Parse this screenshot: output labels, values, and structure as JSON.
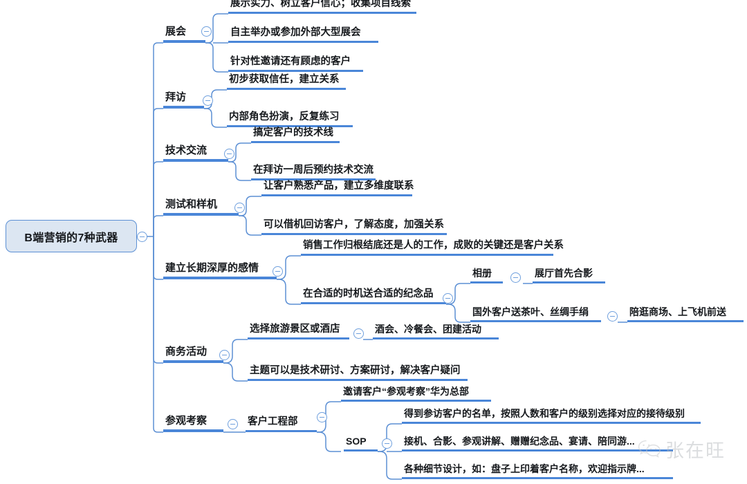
{
  "mindmap": {
    "root": {
      "label": "B端营销的7种武器"
    },
    "toggle_icon": "collapse-minus-icon",
    "colors": {
      "branch_line": "#4a86d8",
      "connector": "#5b8fd4",
      "root_fill": "#dce6f2",
      "root_border": "#5b8fd4",
      "text": "#16191d",
      "toggle_border": "#6e9fdd",
      "background": "#ffffff"
    },
    "branches": [
      {
        "label": "展会",
        "children": [
          {
            "label": "展示实力、树立客户信心；收集项目线索",
            "children": []
          },
          {
            "label": "自主举办或参加外部大型展会",
            "children": []
          },
          {
            "label": "针对性邀请还有顾虑的客户",
            "children": []
          }
        ]
      },
      {
        "label": "拜访",
        "children": [
          {
            "label": "初步获取信任，建立关系",
            "children": []
          },
          {
            "label": "内部角色扮演，反复练习",
            "children": []
          }
        ]
      },
      {
        "label": "技术交流",
        "children": [
          {
            "label": "搞定客户的技术线",
            "children": []
          },
          {
            "label": "在拜访一周后预约技术交流",
            "children": []
          }
        ]
      },
      {
        "label": "测试和样机",
        "children": [
          {
            "label": "让客户熟悉产品，建立多维度联系",
            "children": []
          },
          {
            "label": "可以借机回访客户，了解态度，加强关系",
            "children": []
          }
        ]
      },
      {
        "label": "建立长期深厚的感情",
        "children": [
          {
            "label": "销售工作归根结底还是人的工作，成败的关键还是客户关系",
            "children": []
          },
          {
            "label": "在合适的时机送合适的纪念品",
            "children": [
              {
                "label": "相册",
                "children": [
                  {
                    "label": "展厅首先合影"
                  }
                ]
              },
              {
                "label": "国外客户送茶叶、丝绸手绢",
                "children": [
                  {
                    "label": "陪逛商场、上飞机前送"
                  }
                ]
              }
            ]
          }
        ]
      },
      {
        "label": "商务活动",
        "children": [
          {
            "label": "选择旅游景区或酒店",
            "children": [
              {
                "label": "酒会、冷餐会、团建活动"
              }
            ]
          },
          {
            "label": "主题可以是技术研讨、方案研讨，解决客户疑问",
            "children": []
          }
        ]
      },
      {
        "label": "参观考察",
        "children": [
          {
            "label": "客户工程部",
            "children": [
              {
                "label": "邀请客户“参观考察”华为总部",
                "children": []
              },
              {
                "label": "SOP",
                "children": [
                  {
                    "label": "得到参访客户的名单，按照人数和客户的级别选择对应的接待级别"
                  },
                  {
                    "label": "接机、合影、参观讲解、赠赠纪念品、宴请、陪同游..."
                  },
                  {
                    "label": "各种细节设计，如：盘子上印着客户名称，欢迎指示牌..."
                  }
                ]
              }
            ]
          }
        ]
      }
    ],
    "watermark": {
      "text": "张在旺",
      "icon": "wechat-icon"
    }
  }
}
